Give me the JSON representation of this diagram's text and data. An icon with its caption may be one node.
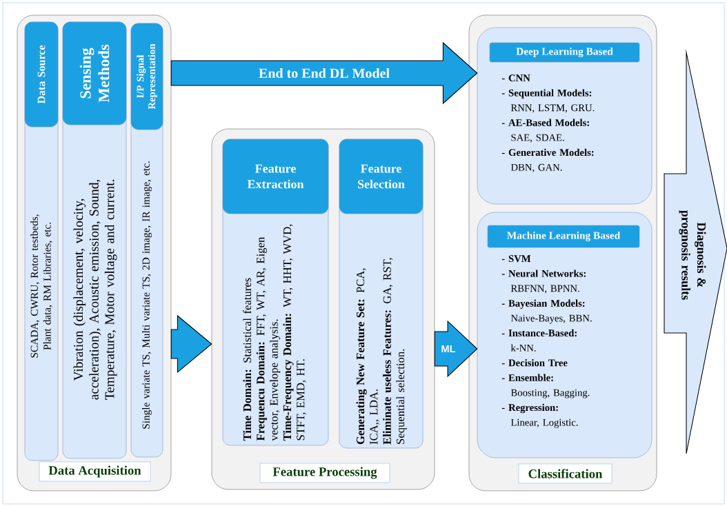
{
  "diagram": {
    "nodes": [
      {
        "text": [
          "Data Acquisition"
        ]
      },
      {
        "text": [
          "Data Source",
          "SCADA, CWRU, Rotor testbeds, Plant data, RM Libraries, etc."
        ],
        "in": 0
      },
      {
        "text": [
          "Sensing Methods",
          "Vibration (displacement, velocity, acceleration), Acoustic emission, Sound, Temperature, Motor voltage and current."
        ],
        "in": 0
      },
      {
        "text": [
          "I/P Signal Representation",
          "Single variate TS, Multi variate TS, 2D image, IR image, etc."
        ],
        "in": 0
      },
      {
        "text": [
          "Feature Processing"
        ]
      },
      {
        "text": [
          "Feature Extraction",
          "**Time Domain:** Statistical features",
          "**Frequencu Domain:** FFT,  WT, AR, Eigen vector, Envelope analysis.",
          "**Time-Frequency Domain:** WT, HHT, WVD, STFT, EMD, HT."
        ],
        "in": 4
      },
      {
        "text": [
          "Feature Selection",
          "**Generating New Feature Set:** PCA, ICA,, LDA.",
          "**Eliminate useless Features:** GA, RST, Sequential selection."
        ],
        "in": 4
      },
      {
        "text": [
          "Classification"
        ]
      },
      {
        "text": [
          "Deep Learning Based",
          "- CNN",
          "- Sequential Models:",
          "RNN, LSTM, GRU.",
          "- AE-Based Models:",
          "SAE, SDAE.",
          "- Generative Models:",
          "DBN, GAN."
        ],
        "in": 7
      },
      {
        "text": [
          "Machine Learning Based",
          "- SVM",
          "- Neural Networks:",
          "RBFNN, BPNN.",
          "- Bayesian Models:",
          "Naive-Bayes, BBN.",
          "- Instance-Based:",
          "k-NN.",
          "- Decision Tree",
          "- Ensemble:",
          "Boosting, Bagging.",
          "- Regression:",
          "Linear, Logistic."
        ],
        "in": 7
      },
      {
        "text": [
          "Diagnosis & prognosis results"
        ]
      }
    ],
    "edges": [
      {
        "from": 0,
        "to": 8,
        "arrow": "to",
        "label": "End to End DL Model"
      },
      {
        "from": 0,
        "to": 4,
        "arrow": "to"
      },
      {
        "from": 4,
        "to": 9,
        "arrow": "to",
        "label": "ML"
      }
    ]
  }
}
